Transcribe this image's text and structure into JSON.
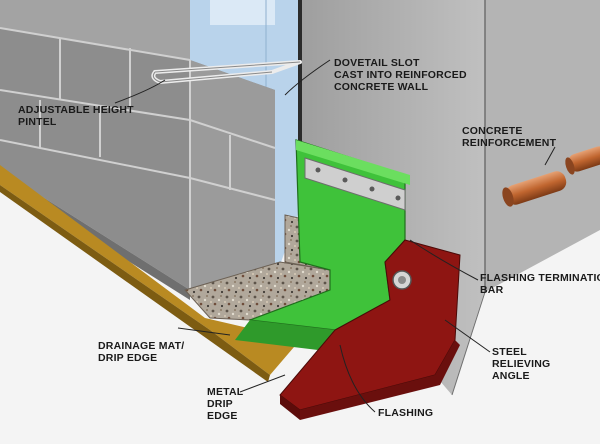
{
  "labels": {
    "dovetail_slot": [
      "DOVETAIL SLOT",
      "CAST INTO REINFORCED",
      "CONCRETE WALL"
    ],
    "adjustable_pintel": [
      "ADJUSTABLE HEIGHT",
      "PINTEL"
    ],
    "concrete_reinforcement": [
      "CONCRETE",
      "REINFORCEMENT"
    ],
    "flashing_termination_bar": [
      "FLASHING TERMINATION",
      "BAR"
    ],
    "drainage_mat": [
      "DRAINAGE MAT/",
      "DRIP EDGE"
    ],
    "steel_relieving_angle": [
      "STEEL",
      "RELIEVING",
      "ANGLE"
    ],
    "metal_drip_edge": [
      "METAL",
      "DRIP",
      "EDGE"
    ],
    "flashing": [
      "FLASHING"
    ]
  },
  "colors": {
    "flashing": "#3fc23a",
    "steel_angle": "#8e1512",
    "drip_edge": "#b98a22",
    "masonry": "#8d8d8d",
    "concrete": "#a9a9a9",
    "rebar": "#c8733e",
    "insulation": "#b7d2ea"
  }
}
